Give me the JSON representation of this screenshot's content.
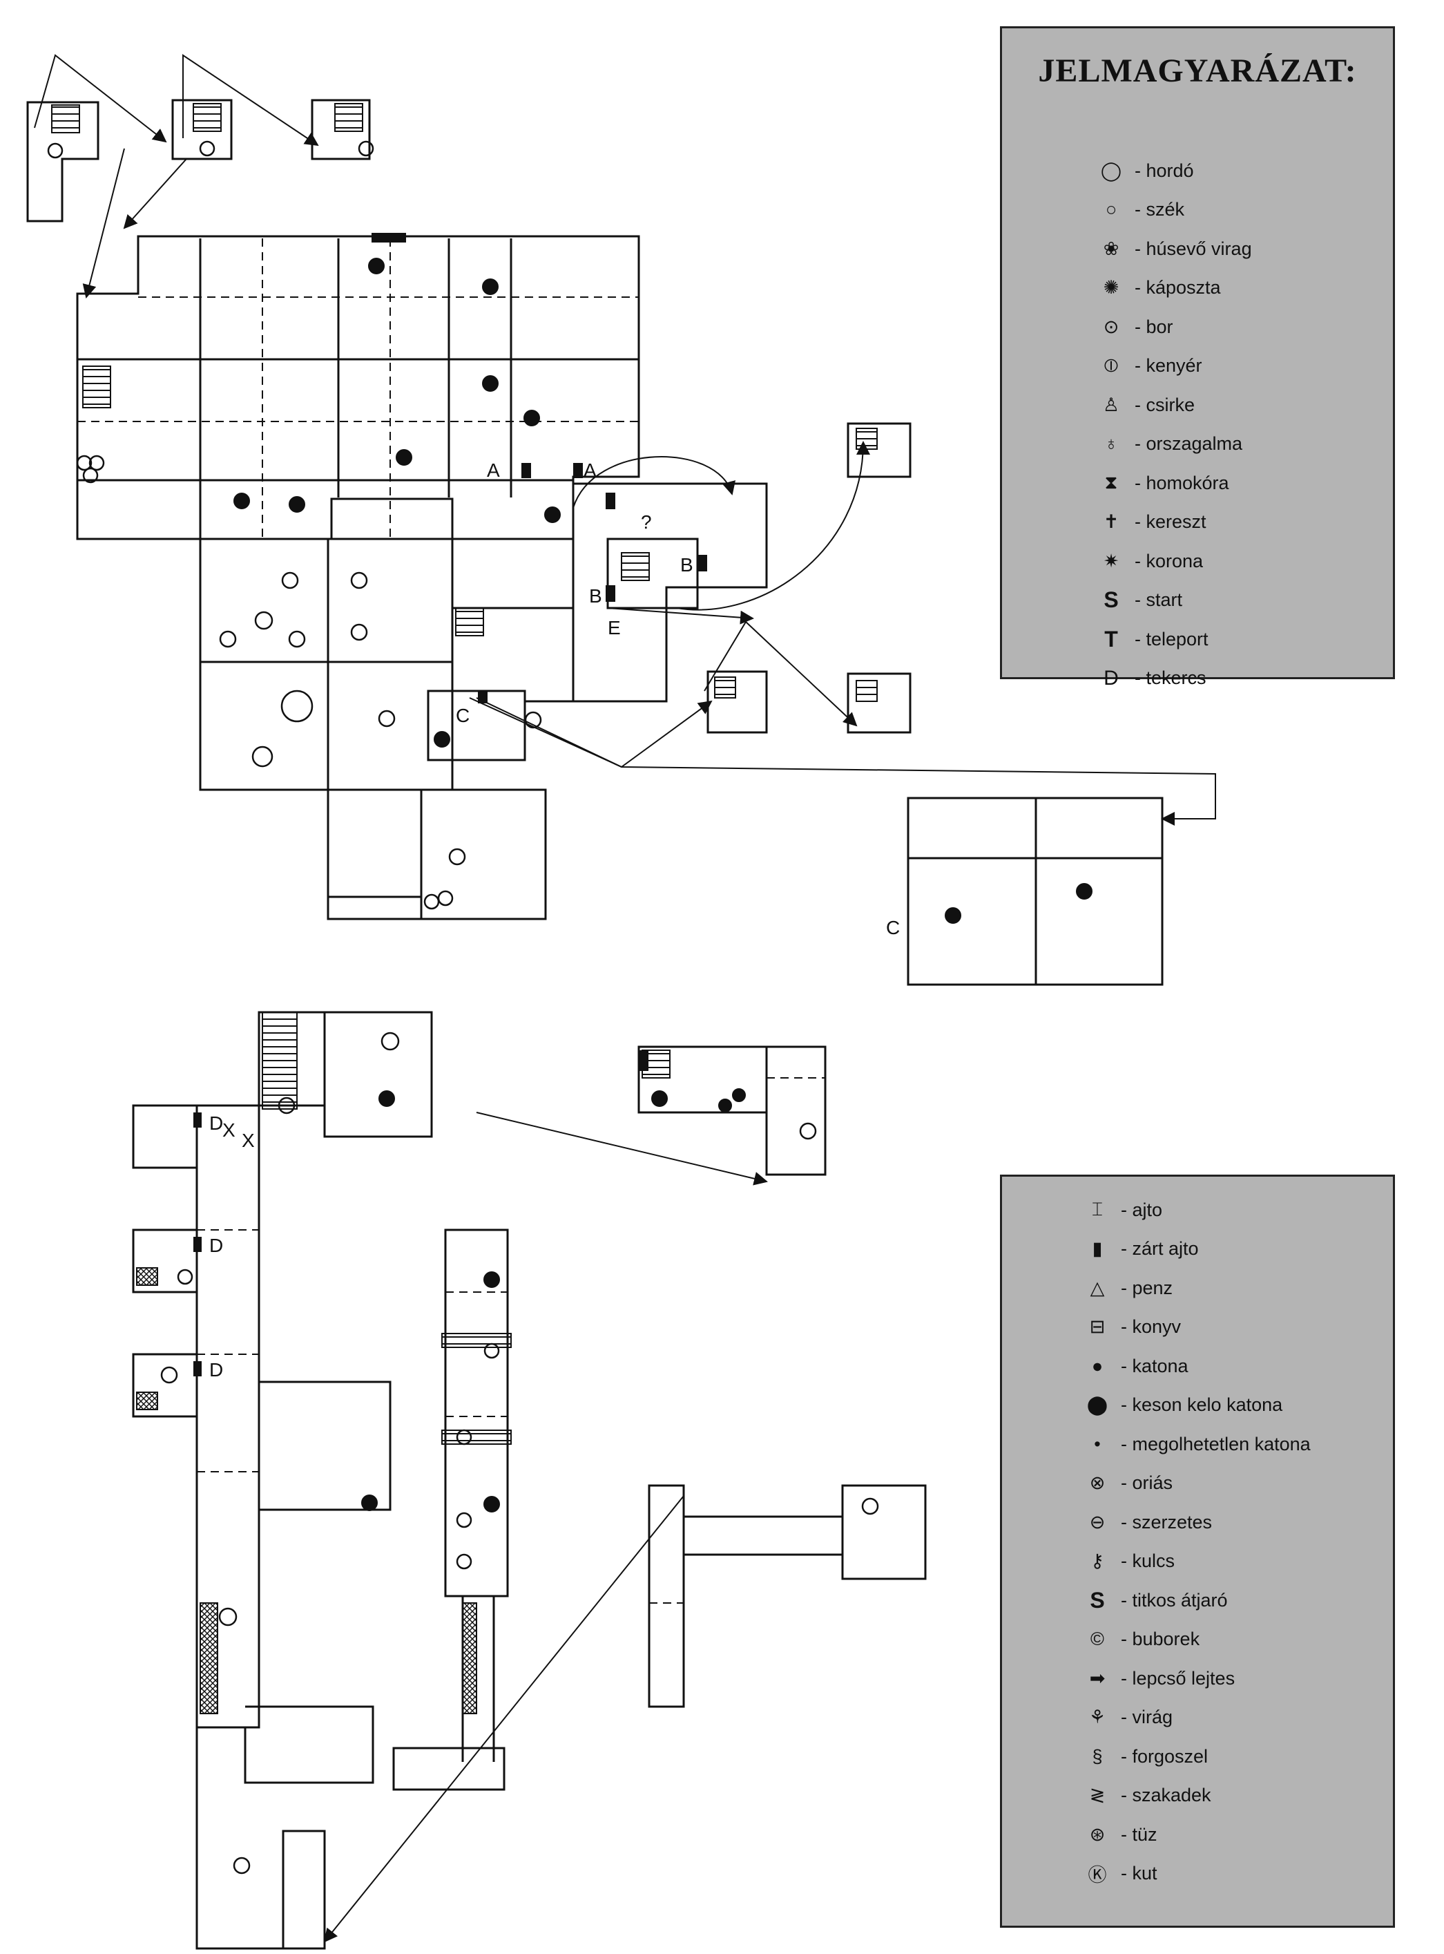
{
  "legend_top": {
    "title": "JELMAGYARÁZAT:",
    "items": [
      {
        "icon": "barrel-icon",
        "label": "- hordó"
      },
      {
        "icon": "chair-icon",
        "label": "- szék"
      },
      {
        "icon": "carnivorous-flower-icon",
        "label": "- húsevő virag"
      },
      {
        "icon": "cabbage-icon",
        "label": "- káposzta"
      },
      {
        "icon": "wine-icon",
        "label": "- bor"
      },
      {
        "icon": "bread-icon",
        "label": "- kenyér"
      },
      {
        "icon": "chicken-icon",
        "label": "- csirke"
      },
      {
        "icon": "orb-icon",
        "label": "- orszagalma"
      },
      {
        "icon": "hourglass-icon",
        "label": "- homokóra"
      },
      {
        "icon": "cross-icon",
        "label": "- kereszt"
      },
      {
        "icon": "crown-icon",
        "label": "- korona"
      },
      {
        "icon": "start-icon",
        "label": "- start"
      },
      {
        "icon": "teleport-icon",
        "label": "- teleport"
      },
      {
        "icon": "scroll-icon",
        "label": "- tekercs"
      }
    ]
  },
  "legend_bottom": {
    "items": [
      {
        "icon": "door-icon",
        "label": "- ajto"
      },
      {
        "icon": "locked-door-icon",
        "label": "- zárt ajto"
      },
      {
        "icon": "money-icon",
        "label": "- penz"
      },
      {
        "icon": "book-icon",
        "label": "- konyv"
      },
      {
        "icon": "soldier-icon",
        "label": "- katona"
      },
      {
        "icon": "late-soldier-icon",
        "label": "- keson kelo katona"
      },
      {
        "icon": "invincible-soldier-icon",
        "label": "- megolhetetlen katona"
      },
      {
        "icon": "giant-icon",
        "label": "- oriás"
      },
      {
        "icon": "monk-icon",
        "label": "- szerzetes"
      },
      {
        "icon": "key-icon",
        "label": "- kulcs"
      },
      {
        "icon": "secret-passage-icon",
        "label": "- titkos átjaró"
      },
      {
        "icon": "bubble-icon",
        "label": "- buborek"
      },
      {
        "icon": "stairs-down-icon",
        "label": "- lepcső lejtes"
      },
      {
        "icon": "flower-icon",
        "label": "- virág"
      },
      {
        "icon": "whirlwind-icon",
        "label": "- forgoszel"
      },
      {
        "icon": "chasm-icon",
        "label": "- szakadek"
      },
      {
        "icon": "fire-icon",
        "label": "- tüz"
      },
      {
        "icon": "well-icon",
        "label": "- kut"
      }
    ]
  },
  "map_labels": {
    "a1": "A",
    "a2": "A",
    "b1": "B",
    "b2": "B",
    "c1": "C",
    "c2": "C",
    "d1": "D",
    "d2": "D",
    "d3": "D",
    "e1": "E",
    "x1": "X",
    "x2": "X",
    "question": "?"
  },
  "colors": {
    "legend_bg": "#b4b4b4",
    "ink": "#111111"
  }
}
